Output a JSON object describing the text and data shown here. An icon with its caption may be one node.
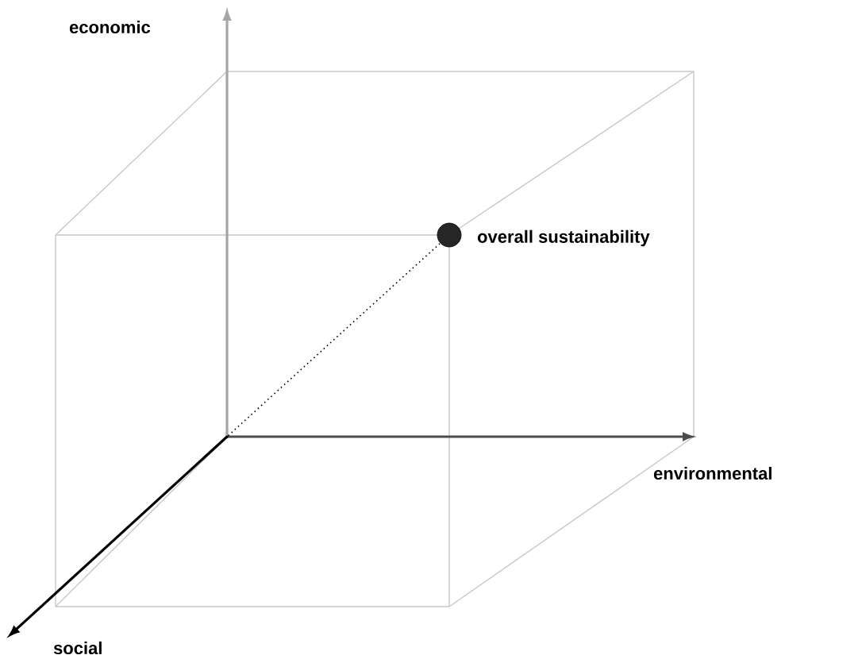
{
  "diagram": {
    "nodes": [
      {
        "text": [],
        "shape": "circle",
        "beside": [
          "overall sustainability"
        ]
      },
      {
        "text": [],
        "shape": "point"
      }
    ],
    "edges": [
      {
        "from": 1,
        "to": 0,
        "arrow": "none",
        "style": "dashed"
      }
    ],
    "labels": [
      "economic",
      "environmental",
      "social"
    ]
  }
}
